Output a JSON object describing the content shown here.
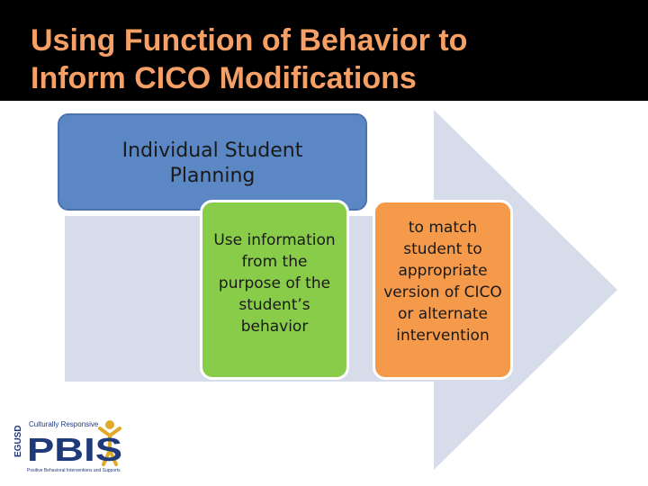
{
  "slide": {
    "title_line1": "Using Function of Behavior to",
    "title_line2": "Inform CICO Modifications"
  },
  "diagram": {
    "blue_box_line1": "Individual Student",
    "blue_box_line2": "Planning",
    "green_box_text": "Use information from the purpose of the student’s behavior",
    "orange_box_text": "to match student to appropriate version of CICO or alternate intervention"
  },
  "logo": {
    "side_text": "EGUSD",
    "top_text": "Culturally Responsive",
    "main_text": "PBIS",
    "bottom_text": "Positive Behavioral Interventions and Supports"
  },
  "colors": {
    "title": "#f7a066",
    "arrow": "#d6dcea",
    "blue_box": "#5b87c5",
    "green_box": "#88cc4a",
    "orange_box": "#f59a4a",
    "logo_navy": "#1f3a7a",
    "logo_gold": "#e0a92a"
  }
}
